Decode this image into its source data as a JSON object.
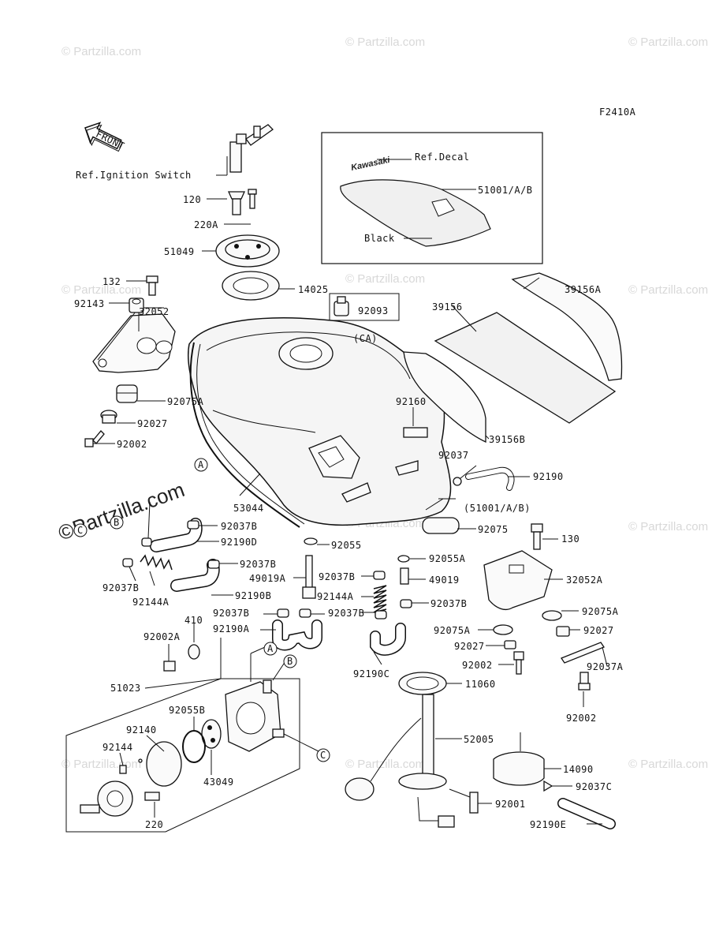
{
  "diagram_code": "F2410A",
  "front_label": "FRONT",
  "watermark": "© Partzilla.com",
  "watermark_big": "©Partzilla.com",
  "ref_decal": "Ref.Decal",
  "brand_text": "Kawasaki",
  "black_label": "Black",
  "ca_label": "(CA)",
  "ref_ignition": "Ref.Ignition Switch",
  "callouts": [
    "A",
    "B",
    "C"
  ],
  "parts": [
    {
      "id": "p-120",
      "label": "120"
    },
    {
      "id": "p-220A",
      "label": "220A"
    },
    {
      "id": "p-51049",
      "label": "51049"
    },
    {
      "id": "p-14025",
      "label": "14025"
    },
    {
      "id": "p-132",
      "label": "132"
    },
    {
      "id": "p-92143",
      "label": "92143"
    },
    {
      "id": "p-32052",
      "label": "32052"
    },
    {
      "id": "p-92075A-1",
      "label": "92075A"
    },
    {
      "id": "p-92027-1",
      "label": "92027"
    },
    {
      "id": "p-92002-1",
      "label": "92002"
    },
    {
      "id": "p-51001AB",
      "label": "51001/A/B"
    },
    {
      "id": "p-92093",
      "label": "92093"
    },
    {
      "id": "p-39156A",
      "label": "39156A"
    },
    {
      "id": "p-39156",
      "label": "39156"
    },
    {
      "id": "p-92160",
      "label": "92160"
    },
    {
      "id": "p-39156B",
      "label": "39156B"
    },
    {
      "id": "p-92037",
      "label": "92037"
    },
    {
      "id": "p-92190",
      "label": "92190"
    },
    {
      "id": "p-53044",
      "label": "53044"
    },
    {
      "id": "p-51001AB-2",
      "label": "(51001/A/B)"
    },
    {
      "id": "p-92037B-1",
      "label": "92037B"
    },
    {
      "id": "p-92190D",
      "label": "92190D"
    },
    {
      "id": "p-92055",
      "label": "92055"
    },
    {
      "id": "p-92075",
      "label": "92075"
    },
    {
      "id": "p-130",
      "label": "130"
    },
    {
      "id": "p-92037B-2",
      "label": "92037B"
    },
    {
      "id": "p-92055A",
      "label": "92055A"
    },
    {
      "id": "p-49019A",
      "label": "49019A"
    },
    {
      "id": "p-92037B-3",
      "label": "92037B"
    },
    {
      "id": "p-49019",
      "label": "49019"
    },
    {
      "id": "p-32052A",
      "label": "32052A"
    },
    {
      "id": "p-92037B-4",
      "label": "92037B"
    },
    {
      "id": "p-92144A-1",
      "label": "92144A"
    },
    {
      "id": "p-92144A-2",
      "label": "92144A"
    },
    {
      "id": "p-92190B",
      "label": "92190B"
    },
    {
      "id": "p-92037B-5",
      "label": "92037B"
    },
    {
      "id": "p-92037B-6",
      "label": "92037B"
    },
    {
      "id": "p-92037B-7",
      "label": "92037B"
    },
    {
      "id": "p-410",
      "label": "410"
    },
    {
      "id": "p-92190A",
      "label": "92190A"
    },
    {
      "id": "p-92075A-2",
      "label": "92075A"
    },
    {
      "id": "p-92075A-3",
      "label": "92075A"
    },
    {
      "id": "p-92027-2",
      "label": "92027"
    },
    {
      "id": "p-92027-3",
      "label": "92027"
    },
    {
      "id": "p-92002A",
      "label": "92002A"
    },
    {
      "id": "p-92002-2",
      "label": "92002"
    },
    {
      "id": "p-92037A",
      "label": "92037A"
    },
    {
      "id": "p-92190C",
      "label": "92190C"
    },
    {
      "id": "p-51023",
      "label": "51023"
    },
    {
      "id": "p-11060",
      "label": "11060"
    },
    {
      "id": "p-92002-3",
      "label": "92002"
    },
    {
      "id": "p-92140",
      "label": "92140"
    },
    {
      "id": "p-92055B",
      "label": "92055B"
    },
    {
      "id": "p-52005",
      "label": "52005"
    },
    {
      "id": "p-92144",
      "label": "92144"
    },
    {
      "id": "p-14090",
      "label": "14090"
    },
    {
      "id": "p-43049",
      "label": "43049"
    },
    {
      "id": "p-92037C",
      "label": "92037C"
    },
    {
      "id": "p-92001",
      "label": "92001"
    },
    {
      "id": "p-220",
      "label": "220"
    },
    {
      "id": "p-92190E",
      "label": "92190E"
    }
  ]
}
